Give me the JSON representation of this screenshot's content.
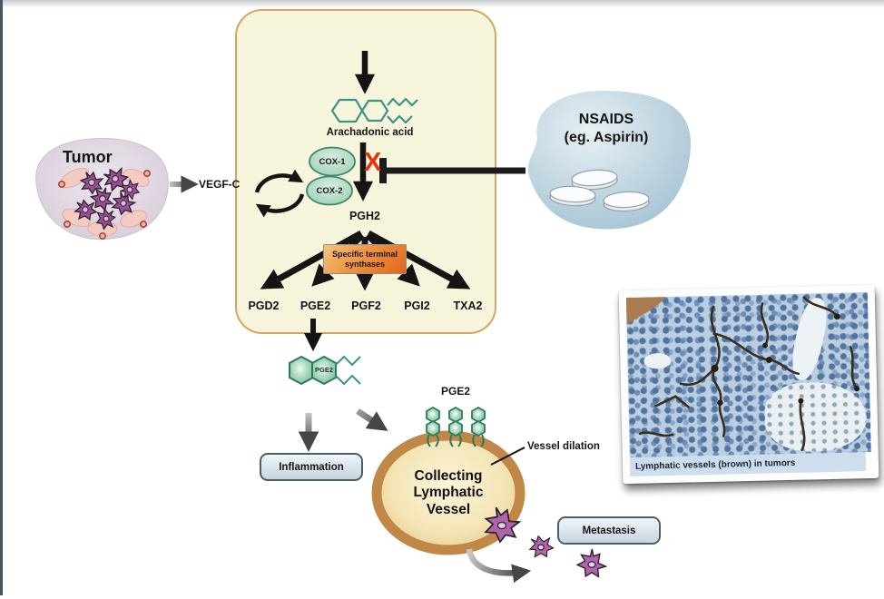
{
  "slide": {
    "tumor_label": "Tumor",
    "vegfc_label": "VEGF-C",
    "nsaids_line1": "NSAIDS",
    "nsaids_line2": "(eg. Aspirin)",
    "inhibition_symbol": "X"
  },
  "pathway": {
    "arachidonic_label": "Arachadonic acid",
    "cox1_label": "COX-1",
    "cox2_label": "COX-2",
    "pgh2_label": "PGH2",
    "synthases_line1": "Specific terminal",
    "synthases_line2": "synthases",
    "products": [
      "PGD2",
      "PGE2",
      "PGF2",
      "PGI2",
      "TXA2"
    ]
  },
  "downstream": {
    "pge2_molecule_label": "PGE2",
    "inflammation_label": "Inflammation",
    "receptor_label": "PGE2",
    "vessel_line1": "Collecting",
    "vessel_line2": "Lymphatic",
    "vessel_line3": "Vessel",
    "vessel_dilation_label": "Vessel dilation",
    "metastasis_label": "Metastasis"
  },
  "histology": {
    "caption": "Lymphatic vessels (brown) in tumors"
  },
  "colors": {
    "pathway_box_fill": "#f8f5dd",
    "pathway_box_border": "#d9a460",
    "teal_fill": "#9fd0b8",
    "teal_stroke": "#2f7a60",
    "synthases_orange": "#e2661b",
    "inhibit_red": "#e8330c",
    "vessel_ring": "#c08747",
    "nsaid_blue": "#accadb",
    "tumor_lavender": "#ddd3de",
    "cell_purple": "#9d4e95",
    "capsule_bluegray": "#c7d5e0",
    "caption_bar": "#cfdeee"
  }
}
